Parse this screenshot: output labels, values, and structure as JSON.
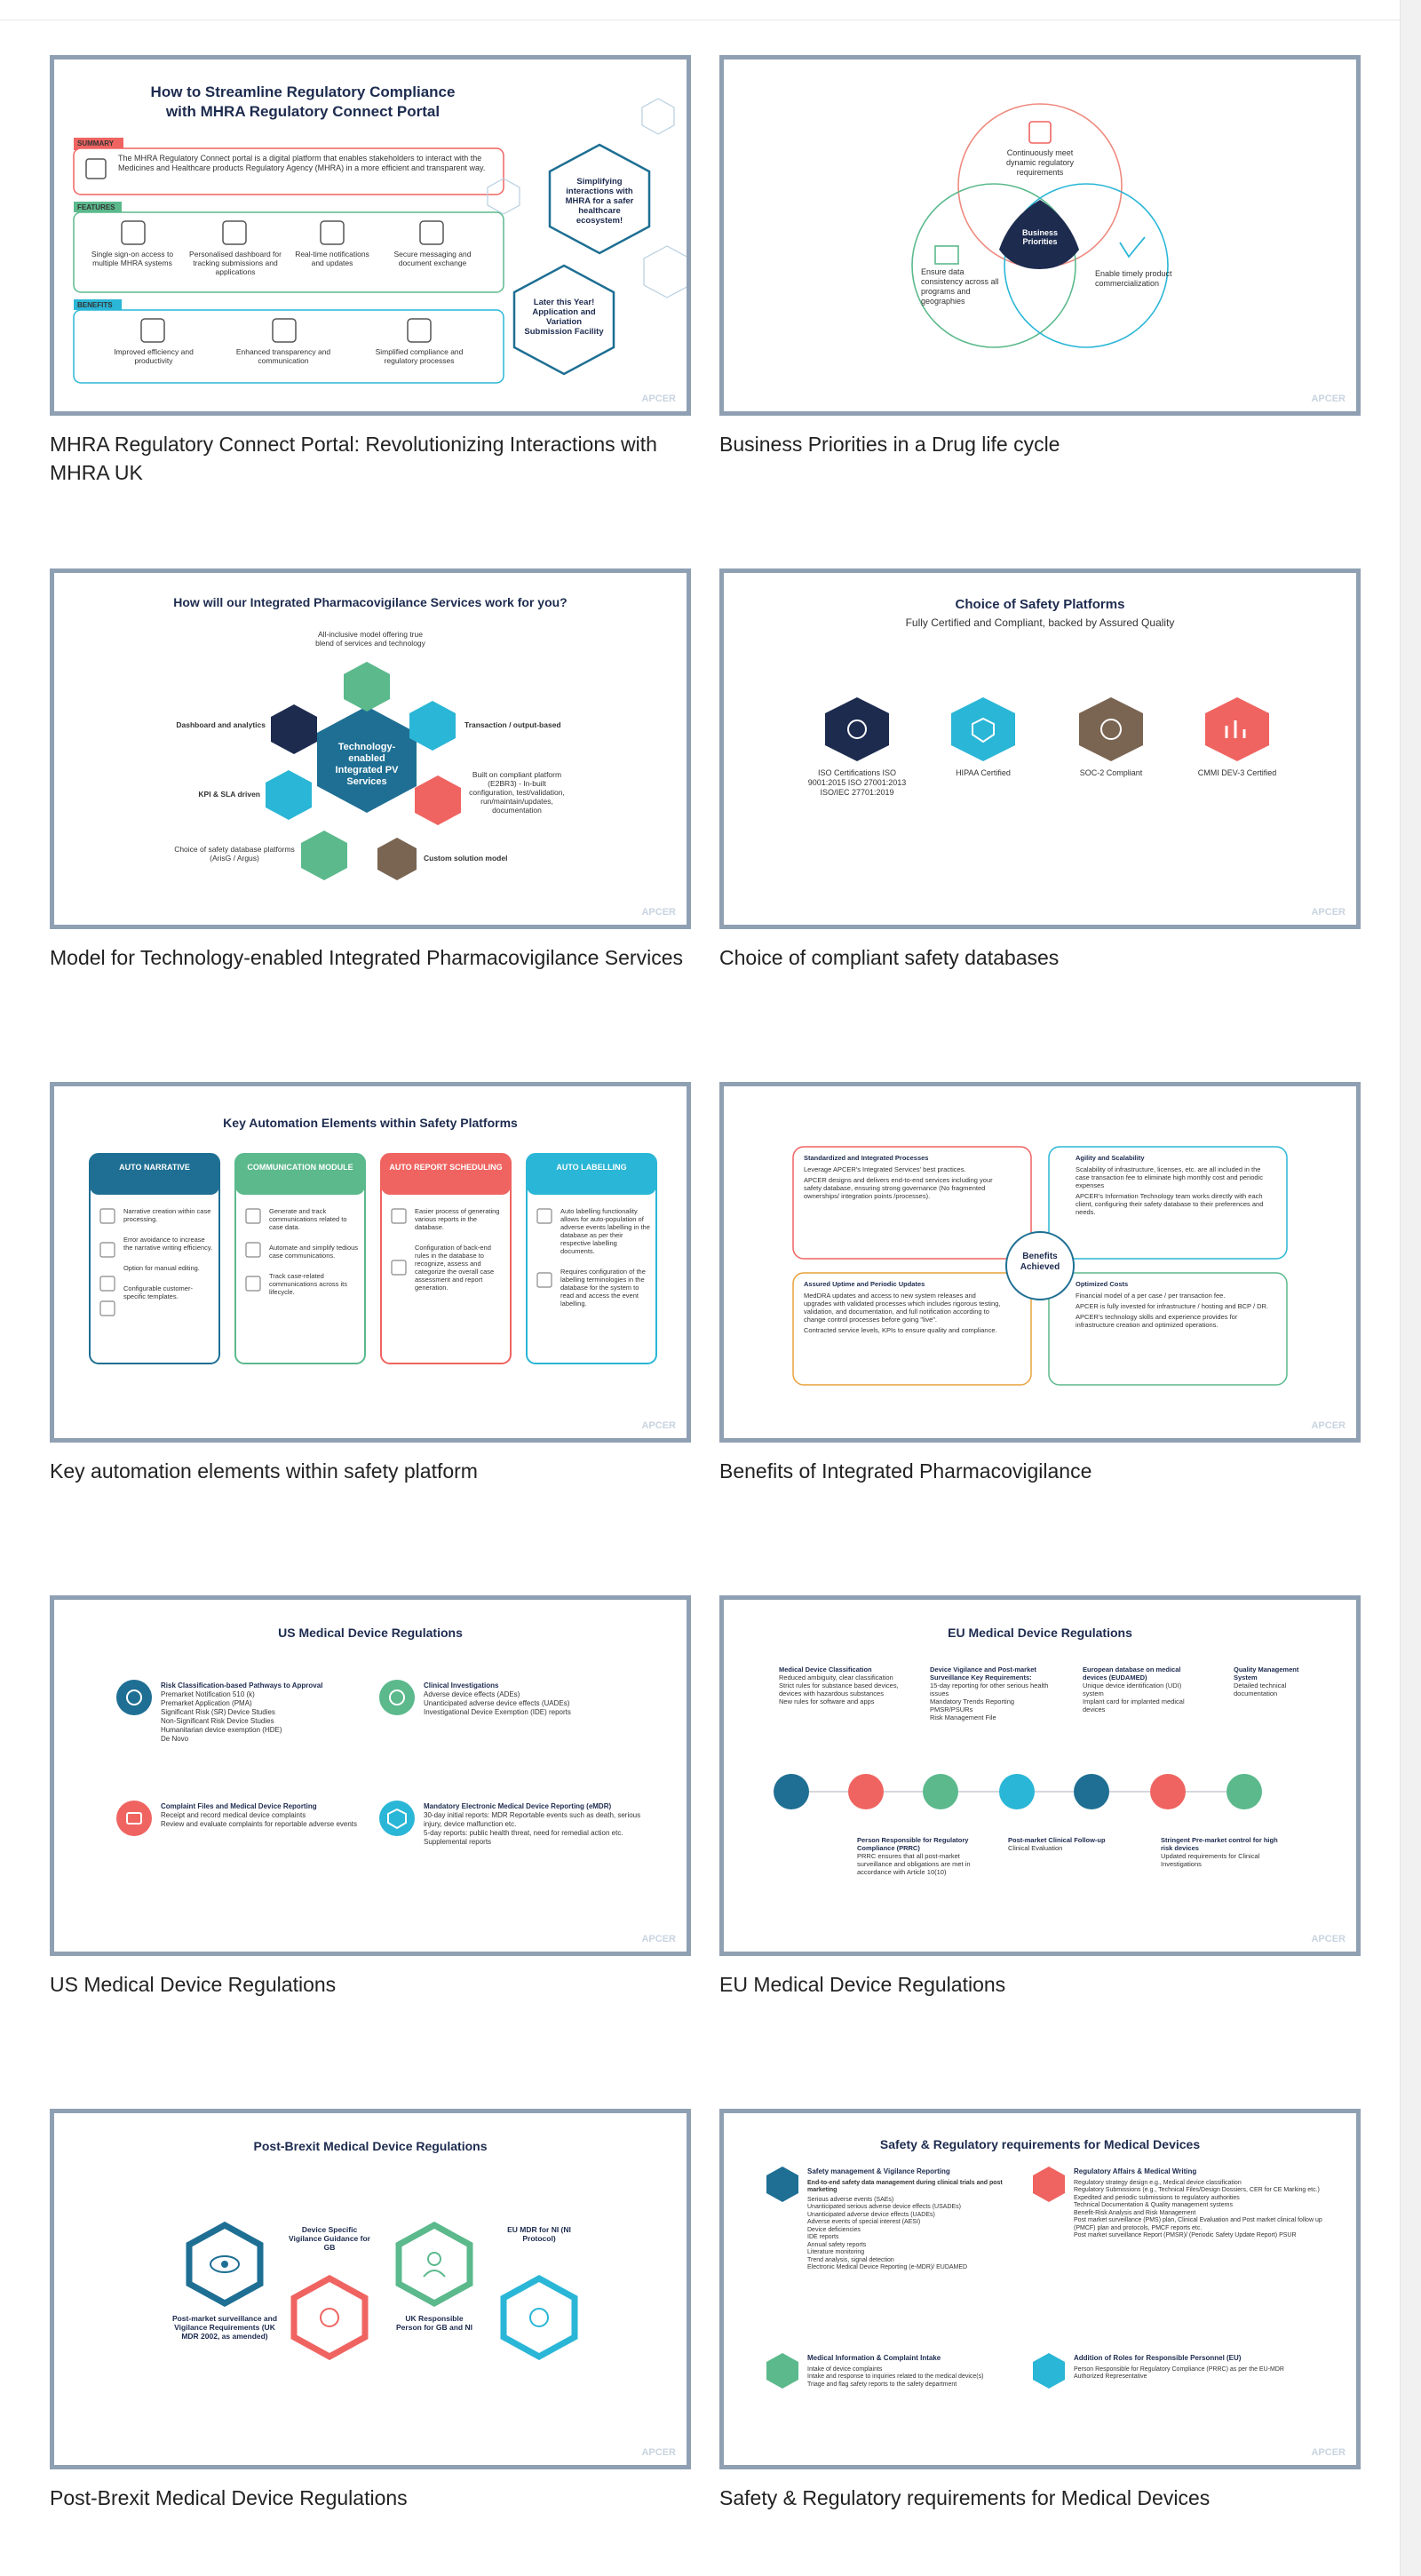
{
  "cards": [
    {
      "caption": "MHRA Regulatory Connect Portal: Revolutionizing Interactions with MHRA UK",
      "slide": {
        "title_line1": "How to Streamline Regulatory Compliance",
        "title_line2": "with MHRA Regulatory Connect Portal",
        "summary_tag": "SUMMARY",
        "summary_text": "The MHRA Regulatory Connect portal is a digital platform that enables stakeholders to interact with the Medicines and Healthcare products Regulatory Agency (MHRA) in a more efficient and transparent way.",
        "features_tag": "FEATURES",
        "features": [
          "Single sign-on access to multiple MHRA systems",
          "Personalised dashboard for tracking submissions and applications",
          "Real-time notifications and updates",
          "Secure messaging and document exchange"
        ],
        "benefits_tag": "BENEFITS",
        "benefits": [
          "Improved efficiency and productivity",
          "Enhanced transparency and communication",
          "Simplified compliance and regulatory processes"
        ],
        "hex1": "Simplifying interactions with MHRA for a safer healthcare ecosystem!",
        "hex2": "Later this Year! Application and Variation Submission Facility"
      }
    },
    {
      "caption": "Business Priorities in a Drug life cycle",
      "slide": {
        "top": "Continuously meet dynamic regulatory requirements",
        "left": "Ensure data consistency across all programs and geographies",
        "right": "Enable timely product commercialization",
        "center": "Business Priorities"
      }
    },
    {
      "caption": "Model for Technology-enabled Integrated Pharmacovigilance Services",
      "slide": {
        "title": "How will our Integrated Pharmacovigilance Services work for you?",
        "center": "Technology-enabled Integrated PV Services",
        "items": [
          "All-inclusive model offering true blend of services and technology",
          "Transaction / output-based",
          "Built on compliant platform (E2BR3) - In-built configuration, test/validation, run/maintain/updates, documentation",
          "Custom solution model",
          "Choice of safety database platforms (ArisG / Argus)",
          "KPI & SLA driven",
          "Dashboard and analytics"
        ]
      }
    },
    {
      "caption": "Choice of compliant safety databases",
      "slide": {
        "title": "Choice of Safety Platforms",
        "subtitle": "Fully Certified and Compliant, backed by Assured Quality",
        "items": [
          "ISO Certifications ISO 9001:2015 ISO 27001:2013 ISO/IEC 27701:2019",
          "HIPAA Certified",
          "SOC-2 Compliant",
          "CMMI DEV-3 Certified"
        ]
      }
    },
    {
      "caption": "Key automation elements within safety platform",
      "slide": {
        "title": "Key Automation Elements within Safety Platforms",
        "cols": [
          {
            "head": "AUTO NARRATIVE",
            "points": [
              "Narrative creation within case processing.",
              "Error avoidance to increase the narrative writing efficiency.",
              "Option for manual editing.",
              "Configurable customer-specific templates."
            ]
          },
          {
            "head": "COMMUNICATION MODULE",
            "points": [
              "Generate and track communications related to case data.",
              "Automate and simplify tedious case communications.",
              "Track case-related communications across its lifecycle."
            ]
          },
          {
            "head": "AUTO REPORT SCHEDULING",
            "points": [
              "Easier process of generating various reports in the database.",
              "Configuration of back-end rules in the database to recognize, assess and categorize the overall case assessment and report generation."
            ]
          },
          {
            "head": "AUTO LABELLING",
            "points": [
              "Auto labelling functionality allows for auto-population of adverse events labelling in the database as per their respective labelling documents.",
              "Requires configuration of the labelling terminologies in the database for the system to read and access the event labelling."
            ]
          }
        ]
      }
    },
    {
      "caption": "Benefits of Integrated Pharmacovigilance",
      "slide": {
        "center": "Benefits Achieved",
        "boxes": [
          {
            "head": "Standardized and Integrated Processes",
            "points": [
              "Leverage APCER's Integrated Services' best practices.",
              "APCER designs and delivers end-to-end services including your safety database, ensuring strong governance (No fragmented ownerships/ integration points /processes)."
            ]
          },
          {
            "head": "Agility and Scalability",
            "points": [
              "Scalability of infrastructure, licenses, etc. are all included in the case transaction fee to eliminate high monthly cost and periodic expenses",
              "APCER's Information Technology team works directly with each client, configuring their safety database to their preferences and needs."
            ]
          },
          {
            "head": "Assured Uptime and Periodic Updates",
            "points": [
              "MedDRA updates and access to new system releases and upgrades with validated processes which includes rigorous testing, validation, and documentation, and full notification according to change control processes before going \"live\".",
              "Contracted service levels, KPIs to ensure quality and compliance."
            ]
          },
          {
            "head": "Optimized Costs",
            "points": [
              "Financial model of a per case / per transaction fee.",
              "APCER is fully invested for infrastructure / hosting and BCP / DR.",
              "APCER's technology skills and experience provides for infrastructure creation and optimized operations."
            ]
          }
        ]
      }
    },
    {
      "caption": "US Medical Device Regulations",
      "slide": {
        "title": "US Medical Device Regulations",
        "blocks": [
          {
            "head": "Risk Classification-based Pathways to Approval",
            "points": [
              "Premarket Notification 510 (k)",
              "Premarket Application (PMA)",
              "Significant Risk (SR) Device Studies",
              "Non-Significant Risk Device Studies",
              "Humanitarian device exemption (HDE)",
              "De Novo"
            ]
          },
          {
            "head": "Clinical Investigations",
            "points": [
              "Adverse device effects (ADEs)",
              "Unanticipated adverse device effects (UADEs)",
              "Investigational Device Exemption (IDE) reports"
            ]
          },
          {
            "head": "Complaint Files and Medical Device Reporting",
            "points": [
              "Receipt and record medical device complaints",
              "Review and evaluate complaints for reportable adverse events"
            ]
          },
          {
            "head": "Mandatory Electronic Medical Device Reporting (eMDR)",
            "points": [
              "30-day initial reports: MDR Reportable events such as death, serious injury, device malfunction etc.",
              "5-day reports: public health threat, need for remedial action etc.",
              "Supplemental reports"
            ]
          }
        ]
      }
    },
    {
      "caption": "EU Medical Device Regulations",
      "slide": {
        "title": "EU Medical Device Regulations",
        "top": [
          {
            "head": "Medical Device Classification",
            "points": [
              "Reduced ambiguity, clear classification",
              "Strict rules for substance based devices, devices with hazardous substances",
              "New rules for software and apps"
            ]
          },
          {
            "head": "Device Vigilance and Post-market Surveillance Key Requirements:",
            "points": [
              "15-day reporting for other serious health issues",
              "Mandatory Trends Reporting",
              "PMSR/PSURs",
              "Risk Management File"
            ]
          },
          {
            "head": "European database on medical devices (EUDAMED)",
            "points": [
              "Unique device identification (UDI) system",
              "Implant card for implanted medical devices"
            ]
          },
          {
            "head": "Quality Management System",
            "points": [
              "Detailed technical documentation"
            ]
          }
        ],
        "bottom": [
          {
            "head": "Person Responsible for Regulatory Compliance (PRRC)",
            "points": [
              "PRRC ensures that all post-market surveillance and obligations are met in accordance with Article 10(10)"
            ]
          },
          {
            "head": "Post-market Clinical Follow-up",
            "points": [
              "Clinical Evaluation"
            ]
          },
          {
            "head": "Stringent Pre-market control for high risk devices",
            "points": [
              "Updated requirements for Clinical Investigations"
            ]
          }
        ]
      }
    },
    {
      "caption": "Post-Brexit Medical Device Regulations",
      "slide": {
        "title": "Post-Brexit Medical Device Regulations",
        "labels": [
          "Post-market surveillance and Vigilance Requirements (UK MDR 2002, as amended)",
          "Device Specific Vigilance Guidance for GB",
          "UK Responsible Person for GB and NI",
          "EU MDR for NI (NI Protocol)"
        ]
      }
    },
    {
      "caption": "Safety & Regulatory requirements for Medical Devices",
      "slide": {
        "title": "Safety & Regulatory requirements for Medical Devices",
        "blocks": [
          {
            "head": "Safety management & Vigilance Reporting",
            "sub": "End-to-end safety data management during clinical trials and post marketing",
            "points": [
              "Serious adverse events (SAEs)",
              "Unanticipated serious adverse device effects (USADEs)",
              "Unanticipated adverse device effects (UADEs)",
              "Adverse events of special interest (AESI)",
              "Device deficiencies",
              "IDE reports",
              "Annual safety reports",
              "Literature monitoring",
              "Trend analysis, signal detection",
              "Electronic Medical Device Reporting (e-MDR)/ EUDAMED"
            ]
          },
          {
            "head": "Regulatory Affairs & Medical Writing",
            "sub": "",
            "points": [
              "Regulatory strategy design e.g., Medical device classification",
              "Regulatory Submissions (e.g., Technical Files/Design Dossiers, CER for CE Marking etc.)",
              "Expedited and periodic submissions to regulatory authorities",
              "Technical Documentation & Quality management systems",
              "Benefit-Risk Analysis and Risk Management",
              "Post market surveillance (PMS) plan, Clinical Evaluation and Post market clinical follow up (PMCF) plan and protocols, PMCF reports etc.",
              "Post market surveillance Report (PMSR)/ (Periodic Safety Update Report) PSUR"
            ]
          },
          {
            "head": "Medical Information & Complaint Intake",
            "sub": "",
            "points": [
              "Intake of device complaints",
              "Intake and response to inquiries related to the medical device(s)",
              "Triage and flag safety reports to the safety department"
            ]
          },
          {
            "head": "Addition of Roles for Responsible Personnel (EU)",
            "sub": "",
            "points": [
              "Person Responsible for Regulatory Compliance (PRRC) as per the EU-MDR",
              "Authorized Representative"
            ]
          }
        ]
      }
    }
  ],
  "watermark": "APCER",
  "colors": {
    "navy": "#1d2b4f",
    "teal": "#1e6f93",
    "green": "#5bb98c",
    "red": "#ef6461",
    "cyan": "#2ab6d6",
    "brown": "#7a6552",
    "orange": "#e8a23c",
    "frame": "#8fa0b3"
  }
}
